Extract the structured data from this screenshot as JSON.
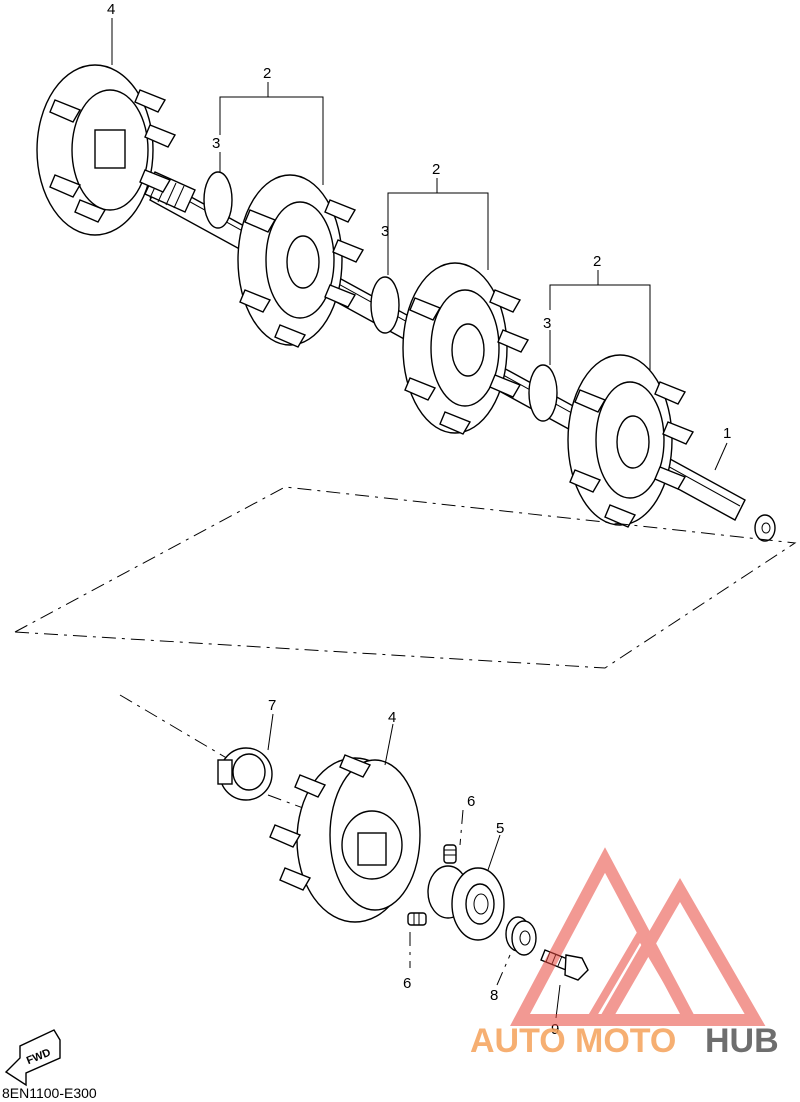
{
  "callouts": {
    "shaft_label": "1",
    "sprocket_set_top_1": "2",
    "sprocket_set_top_2": "2",
    "sprocket_set_top_3": "2",
    "spacer_1": "3",
    "spacer_2": "3",
    "spacer_3": "3",
    "end_sprocket_top": "4",
    "end_sprocket_bottom": "4",
    "bearing": "5",
    "set_screw_top": "6",
    "set_screw_bottom": "6",
    "clip": "7",
    "collar": "8",
    "bolt": "9"
  },
  "direction_marker": "FWD",
  "diagram_code": "8EN1100-E300",
  "watermark": {
    "text_first": "AUTO",
    "text_middle": "MOTO",
    "text_last": "HUB",
    "logo_name": "watermark-logo",
    "color_orange": "#f5a25a",
    "color_gray": "#555555",
    "color_red": "#e8463c"
  }
}
